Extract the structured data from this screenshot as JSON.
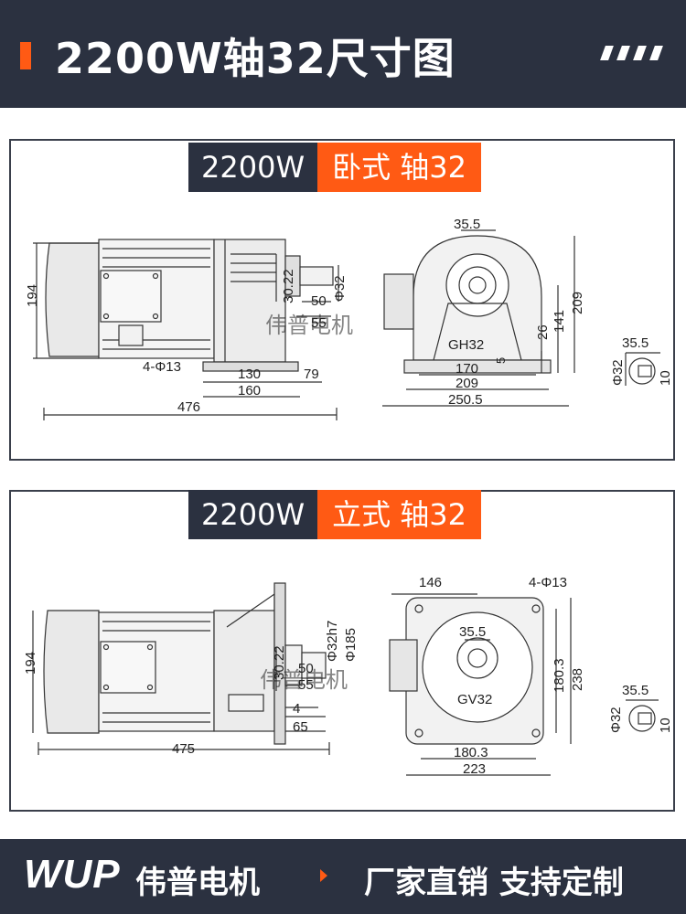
{
  "header": {
    "title": "2200W轴32尺寸图"
  },
  "panel_horizontal": {
    "power": "2200W",
    "type_label": "卧式 轴32",
    "watermark": "伟普电机",
    "model": "GH32",
    "dims": {
      "height": "194",
      "shaft_center": "30.22",
      "shaft_dia": "Φ32",
      "d50": "50",
      "d55": "55",
      "holes": "4-Φ13",
      "d130": "130",
      "d160": "160",
      "d79": "79",
      "d476": "476",
      "d35_5": "35.5",
      "d10": "10",
      "d209h": "209",
      "d141": "141",
      "d26": "26",
      "d5": "5",
      "d170": "170",
      "d209": "209",
      "d250_5": "250.5",
      "key_width": "35.5",
      "key_dia": "Φ32",
      "key_10": "10"
    }
  },
  "panel_vertical": {
    "power": "2200W",
    "type_label": "立式 轴32",
    "watermark": "伟普电机",
    "model": "GV32",
    "dims": {
      "height": "194",
      "shaft_center": "30.22",
      "shaft_tol": "Φ32h7",
      "flange_dia": "Φ185",
      "d50": "50",
      "d55": "55",
      "d4": "4",
      "d65": "65",
      "d475": "475",
      "d146": "146",
      "holes": "4-Φ13",
      "d35_5": "35.5",
      "d180_3v": "180.3",
      "d238": "238",
      "d180_3h": "180.3",
      "d223": "223",
      "key_width": "35.5",
      "key_dia": "Φ32",
      "key_10": "10"
    }
  },
  "footer": {
    "logo": "WUP",
    "company": "伟普电机",
    "slogan": "厂家直销 支持定制"
  }
}
